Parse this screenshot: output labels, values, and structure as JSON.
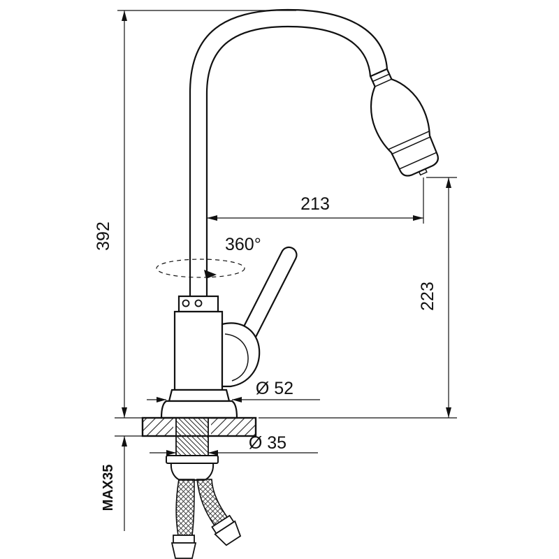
{
  "drawing": {
    "background": "#ffffff",
    "line_color": "#111111"
  },
  "labels": {
    "total_height": "392",
    "spout_reach": "213",
    "outlet_height": "223",
    "swivel_rotation": "360°",
    "base_diameter": "Ø 52",
    "mounting_hole_diameter": "Ø 35",
    "max_counter_thickness": "MAX35"
  }
}
